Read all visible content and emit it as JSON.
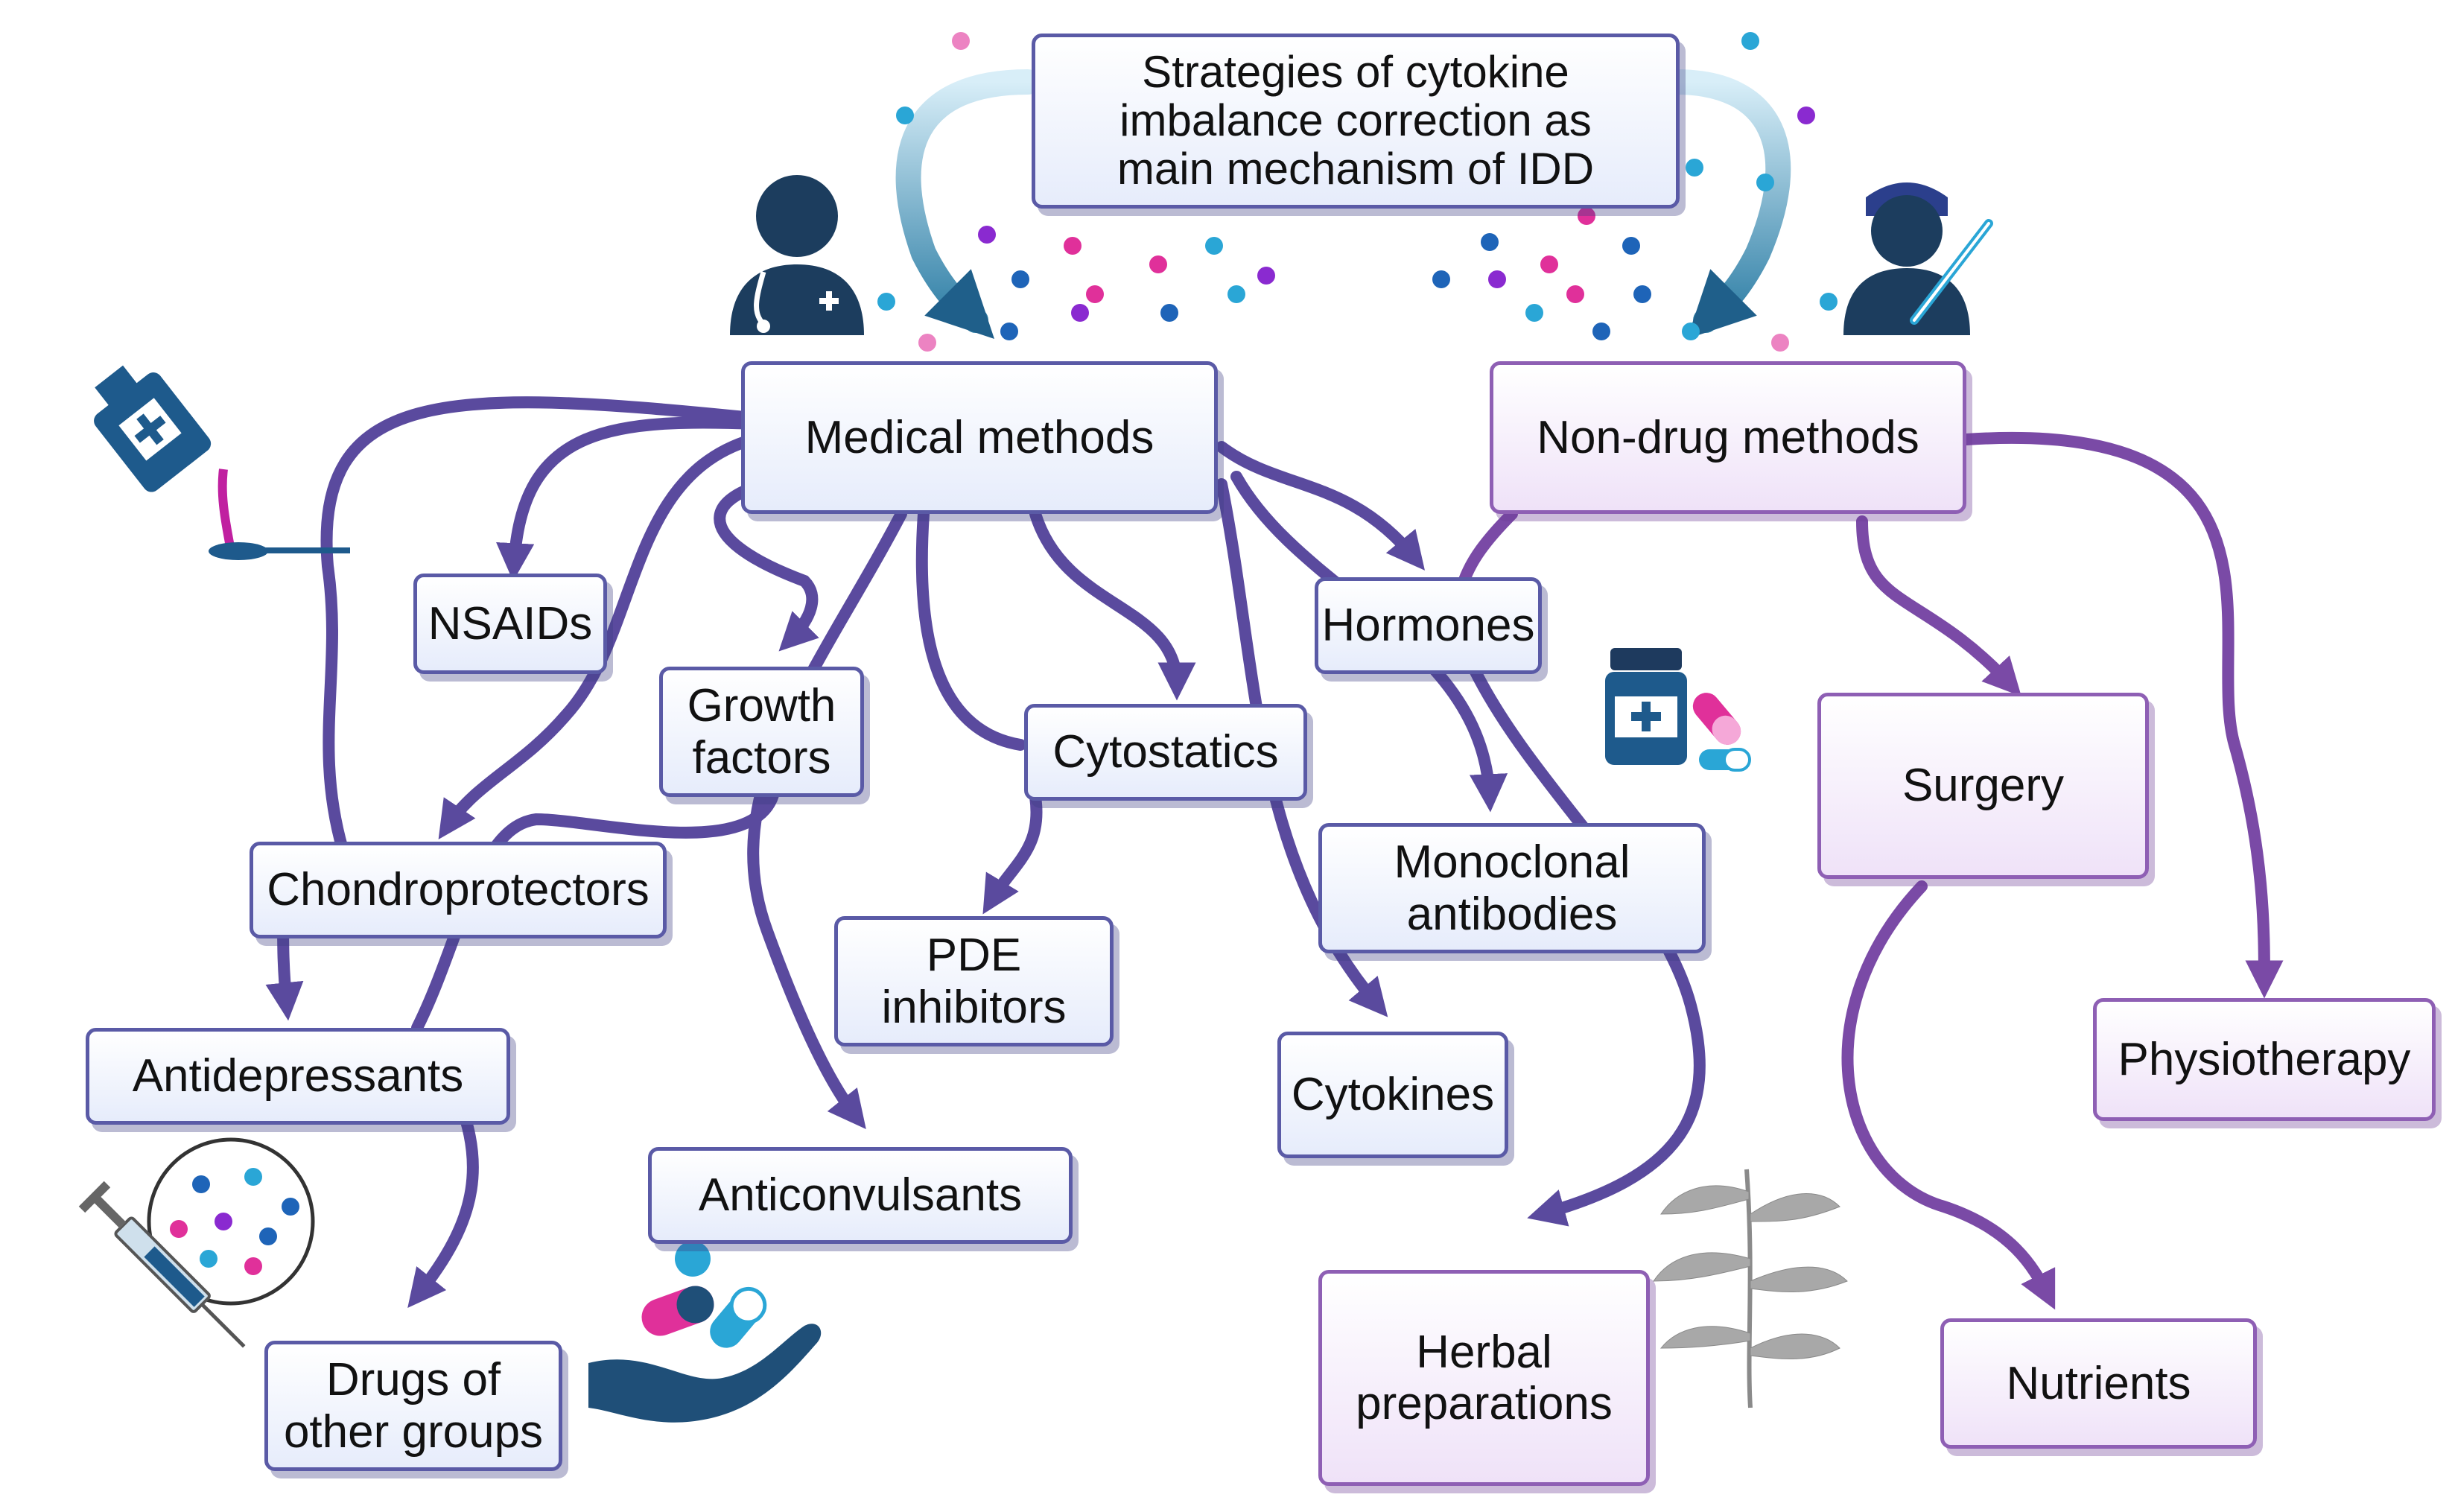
{
  "title": "Strategies of cytokine\nimbalance correction as\nmain mechanism of IDD",
  "branches": {
    "medical": "Medical methods",
    "non_drug": "Non-drug methods"
  },
  "medical_items": {
    "nsaids": "NSAIDs",
    "growth_factors": "Growth\nfactors",
    "chondroprotectors": "Chondroprotectors",
    "antidepressants": "Antidepressants",
    "drugs_other": "Drugs of\nother groups",
    "anticonvulsants": "Anticonvulsants",
    "pde_inhibitors": "PDE\ninhibitors",
    "cytostatics": "Cytostatics",
    "hormones": "Hormones",
    "monoclonal": "Monoclonal\nantibodies",
    "cytokines": "Cytokines"
  },
  "non_drug_items": {
    "surgery": "Surgery",
    "physiotherapy": "Physiotherapy",
    "herbal": "Herbal\npreparations",
    "nutrients": "Nutrients"
  },
  "icons": [
    "doctor-icon",
    "surgeon-icon",
    "syrup-bottle-icon",
    "pill-bottle-icon",
    "syringe-icon",
    "pills-in-hand-icon",
    "herb-plant-icon"
  ],
  "colors": {
    "arrow_medical": "#5a4a9e",
    "arrow_non_drug": "#7a4aa6",
    "top_arrow": "#2f7fa6",
    "dot_pink": "#e0309a",
    "dot_blue": "#1e64b8",
    "dot_cyan": "#2aa6d6",
    "dot_purple": "#8a2ad0"
  }
}
